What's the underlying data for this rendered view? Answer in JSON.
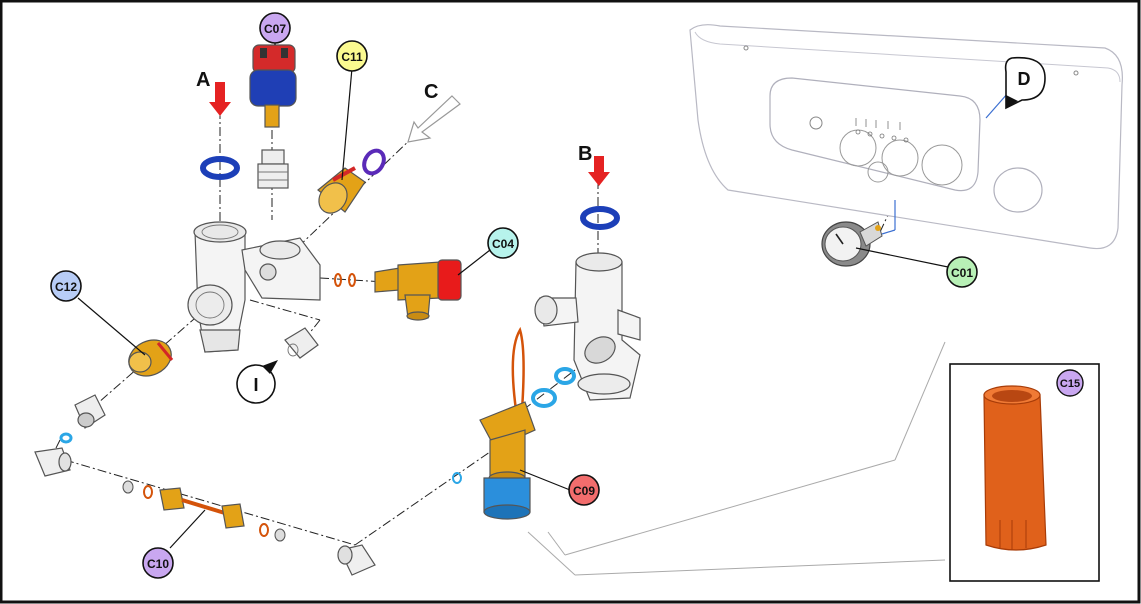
{
  "colors": {
    "callout_purple": "#c9a7f0",
    "callout_yellow": "#fbfa90",
    "callout_cyan": "#b7f3ec",
    "callout_blue": "#b8cdf7",
    "callout_green": "#b8f0b6",
    "callout_red": "#f26d6d",
    "brass": "#e3a217",
    "brass_dark": "#b97d0c",
    "seal_blue": "#1c3fb8",
    "seal_light_blue": "#2ba6e6",
    "seal_orange": "#d4530a",
    "cap_red": "#e81b1b",
    "cap_blue": "#2b8fdc",
    "tool_orange": "#e0611b",
    "arrow_red": "#e52222"
  },
  "callouts": {
    "c07": "C07",
    "c11": "C11",
    "c04": "C04",
    "c12": "C12",
    "c09": "C09",
    "c10": "C10",
    "c01": "C01",
    "c15": "C15"
  },
  "markers": {
    "a": "A",
    "b": "B",
    "c": "C",
    "d": "D",
    "i": "I"
  }
}
